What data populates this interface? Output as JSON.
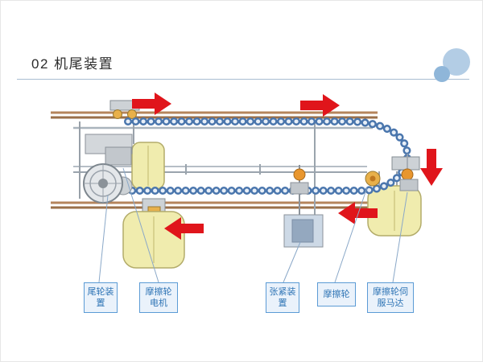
{
  "slide": {
    "title": "02 机尾装置"
  },
  "callouts": [
    {
      "id": "tail-wheel-device",
      "text": "尾轮装置"
    },
    {
      "id": "friction-wheel-motor",
      "text": "摩擦轮电机"
    },
    {
      "id": "tensioning-device",
      "text": "张紧装置"
    },
    {
      "id": "friction-wheel",
      "text": "摩擦轮"
    },
    {
      "id": "friction-wheel-servo",
      "text": "摩擦轮伺服马达"
    }
  ],
  "diagram": {
    "flow_arrows": [
      {
        "id": "flow-arrow-top-left",
        "direction": "right"
      },
      {
        "id": "flow-arrow-top-right",
        "direction": "right"
      },
      {
        "id": "flow-arrow-right-side",
        "direction": "down"
      },
      {
        "id": "flow-arrow-bottom-right",
        "direction": "left"
      },
      {
        "id": "flow-arrow-bottom-left",
        "direction": "left"
      }
    ]
  },
  "colors": {
    "arrow_red": "#e0151b",
    "callout_border": "#5b9bd5",
    "callout_text": "#2e74b5",
    "callout_fill": "#eaf2fb",
    "divider_blue": "#a9bdd1",
    "rail_copper": "#b5855c",
    "chain_blue": "#4a76ad",
    "carrier_yellow": "#f0ecae"
  }
}
